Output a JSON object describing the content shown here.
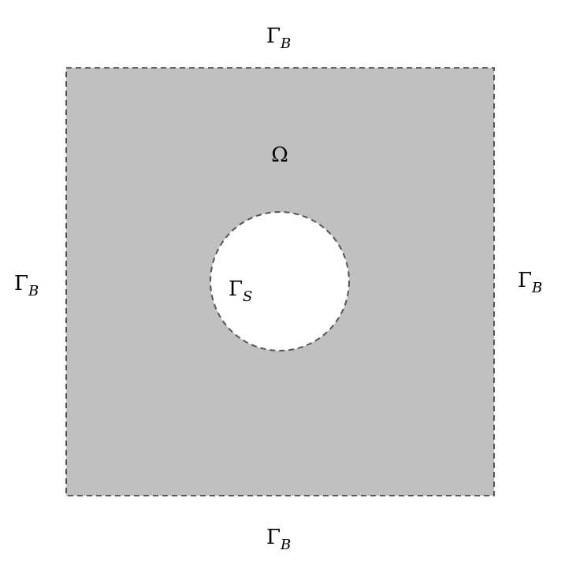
{
  "colors": {
    "domain_fill": "#c0c0c0",
    "hole_fill": "#ffffff",
    "boundary_stroke": "#333333",
    "text": "#000000"
  },
  "labels": {
    "domain": "Ω",
    "boundary_symbol": "Γ",
    "outer_subscript": "B",
    "inner_subscript": "S"
  }
}
